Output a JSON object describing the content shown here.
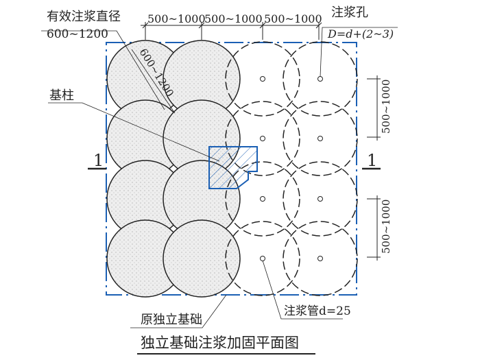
{
  "labels": {
    "effective_diameter_title": "有效注浆直径",
    "effective_diameter_value": "600~1200",
    "diagonal_dim": "600~1200",
    "top_dims": [
      "500~1000",
      "500~1000",
      "500~1000"
    ],
    "grout_hole_title": "注浆孔",
    "grout_hole_formula": "D=d+(2~3)",
    "column": "基柱",
    "section_left": "1",
    "section_right": "1",
    "right_dims": [
      "500~1000",
      "500~1000"
    ],
    "original_foundation": "原独立基础",
    "grout_pipe": "注浆管d=25",
    "title": "独立基础注浆加固平面图"
  },
  "colors": {
    "outline": "#1a5fb4",
    "ink": "#222222",
    "fill": "#e4e4e4"
  }
}
